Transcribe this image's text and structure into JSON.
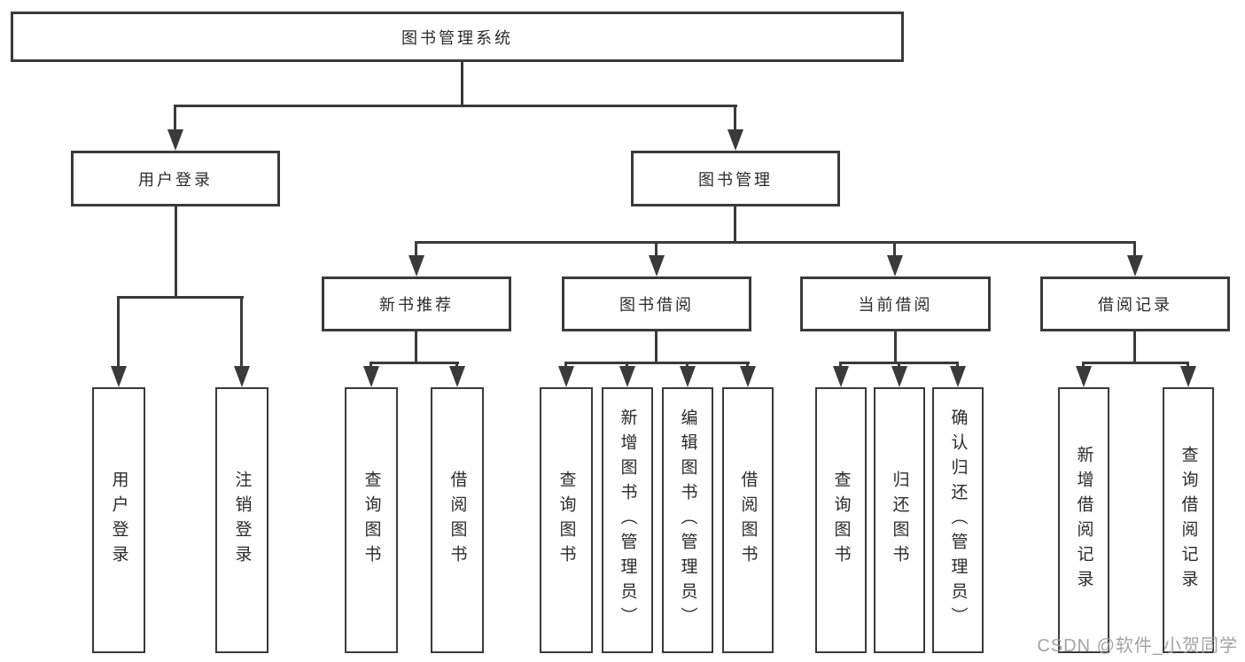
{
  "title": "图书管理系统",
  "level2": {
    "user_login": "用户登录",
    "book_mgmt": "图书管理"
  },
  "level3": {
    "new_books": "新书推荐",
    "borrowing": "图书借阅",
    "current": "当前借阅",
    "records": "借阅记录"
  },
  "leaves": {
    "user_login": "用户登录",
    "logout": "注销登录",
    "nb_query": "查询图书",
    "nb_borrow": "借阅图书",
    "bb_query": "查询图书",
    "bb_add": "新增图书（管理员）",
    "bb_edit": "编辑图书（管理员）",
    "bb_borrow": "借阅图书",
    "cb_query": "查询图书",
    "cb_return": "归还图书",
    "cb_confirm": "确认归还（管理员）",
    "br_add": "新增借阅记录",
    "br_query": "查询借阅记录"
  },
  "watermark": "CSDN @软件_小贺同学",
  "colors": {
    "line": "#3a3a3a",
    "text": "#2b2b2b",
    "watermark": "#9e9e9e",
    "background": "#ffffff"
  }
}
